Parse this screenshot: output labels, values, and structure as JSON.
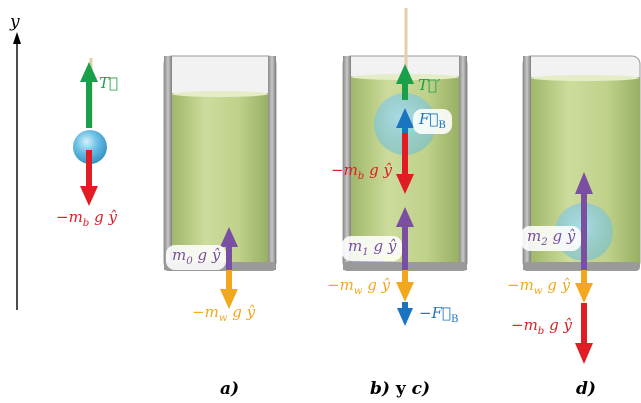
{
  "axis": {
    "label": "y"
  },
  "colors": {
    "tension": "#1aa04a",
    "weight_ball": "#e01c24",
    "weight_liquid": "#f2a81c",
    "weight_system": "#7a4ea0",
    "buoyant": "#1a74c0",
    "liquid": "#c2d48c",
    "ball": "#5fb4dc"
  },
  "panel_a": {
    "caption": "a)",
    "tension_label": "T⃗",
    "ball_weight_label": "−m_b g ŷ",
    "scale_label": "m_0 g ŷ",
    "liquid_weight_label": "−m_w g ŷ"
  },
  "panel_bc": {
    "caption": "b) y c)",
    "tension_label": "T⃗′",
    "buoyant_label": "F⃗_B",
    "ball_weight_label": "−m_b g ŷ",
    "scale_label": "m_1 g ŷ",
    "liquid_weight_label": "−m_w g ŷ",
    "buoyant_reaction_label": "−F⃗_B"
  },
  "panel_d": {
    "caption": "d)",
    "scale_label": "m_2 g ŷ",
    "liquid_weight_label": "−m_w g ŷ",
    "ball_weight_label": "−m_b g ŷ"
  }
}
